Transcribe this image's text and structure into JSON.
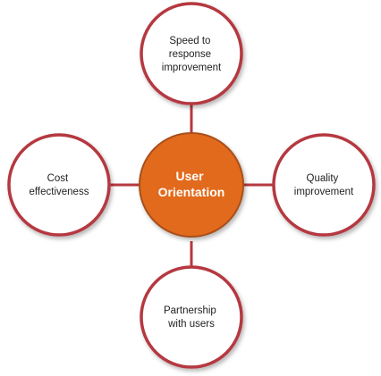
{
  "diagram": {
    "center": {
      "lines": [
        "User",
        "Orientation"
      ]
    },
    "nodes": {
      "top": {
        "lines": [
          "Speed to",
          "response",
          "improvement"
        ]
      },
      "left": {
        "lines": [
          "Cost",
          "effectiveness"
        ]
      },
      "right": {
        "lines": [
          "Quality",
          "improvement"
        ]
      },
      "bottom": {
        "lines": [
          "Partnership",
          "with users"
        ]
      }
    }
  },
  "colors": {
    "hub_fill": "#e26b1f",
    "hub_stroke": "#a8501a",
    "ring_stroke": "#b5393f",
    "node_fill": "#ffffff",
    "connector": "#b5393f"
  }
}
